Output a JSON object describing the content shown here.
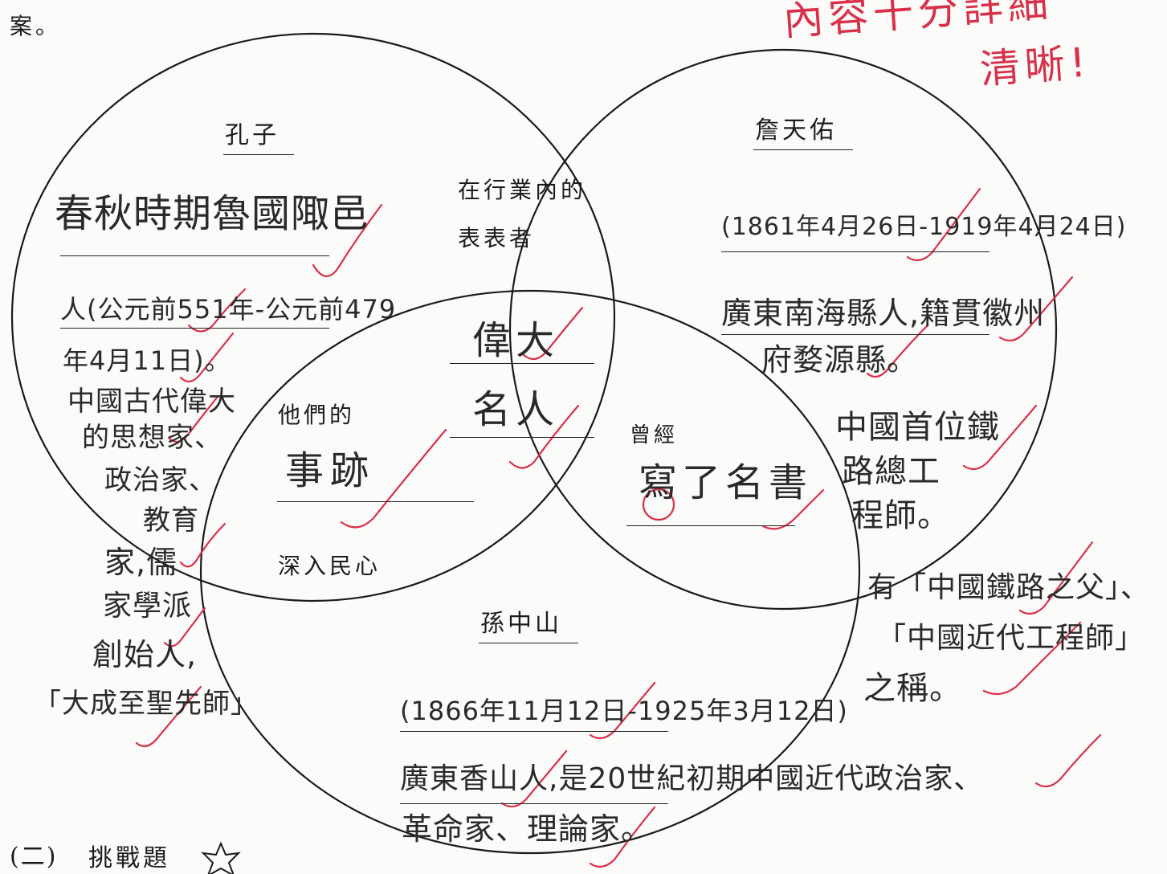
{
  "top_fragment": "案。",
  "teacher_comment": [
    "內容十分詳細",
    "清晰!"
  ],
  "circles": {
    "confucius": {
      "name": "孔子",
      "answer_1": "春秋時期魯國陬邑",
      "answer_2": "人(公元前551年-公元前479",
      "answer_3": "年4月11日)。",
      "notes": [
        "中國古代偉大",
        "的思想家、",
        "政治家、",
        "教育",
        "家,儒",
        "家學派",
        "創始人,",
        "「大成至聖先師」"
      ]
    },
    "zhan_tianyou": {
      "name": "詹天佑",
      "answer_1": "(1861年4月26日-1919年4月24日)",
      "answer_2": "廣東南海縣人,籍貫徽州",
      "answer_3": "府婺源縣。",
      "notes": [
        "中國首位鐵",
        "路總工",
        "程師。"
      ],
      "extra": [
        "有「中國鐵路之父」、",
        "「中國近代工程師」",
        "之稱。"
      ]
    },
    "sun_yatsen": {
      "name": "孫中山",
      "answer_1": "(1866年11月12日-1925年3月12日)",
      "answer_2": "廣東香山人,是20世紀初期中國近代政治家、",
      "answer_3": "革命家、理論家。"
    }
  },
  "overlaps": {
    "confucius_zhan": {
      "prompt_1": "在行業內的",
      "prompt_2": "表表者"
    },
    "all_three": {
      "answer_1": "偉大",
      "answer_2": "名人"
    },
    "confucius_sun": {
      "prompt": "他們的",
      "answer": "事跡",
      "prompt_after": "深入民心"
    },
    "zhan_sun": {
      "prompt": "曾經",
      "answer": "寫了名書"
    }
  },
  "footer": {
    "section_label": "(二)",
    "title": "挑戰題"
  },
  "colors": {
    "ink": "#1c1c1c",
    "pencil": "#2a2a2a",
    "red_pen": "#d9304a",
    "paper": "#fbfbf9"
  }
}
